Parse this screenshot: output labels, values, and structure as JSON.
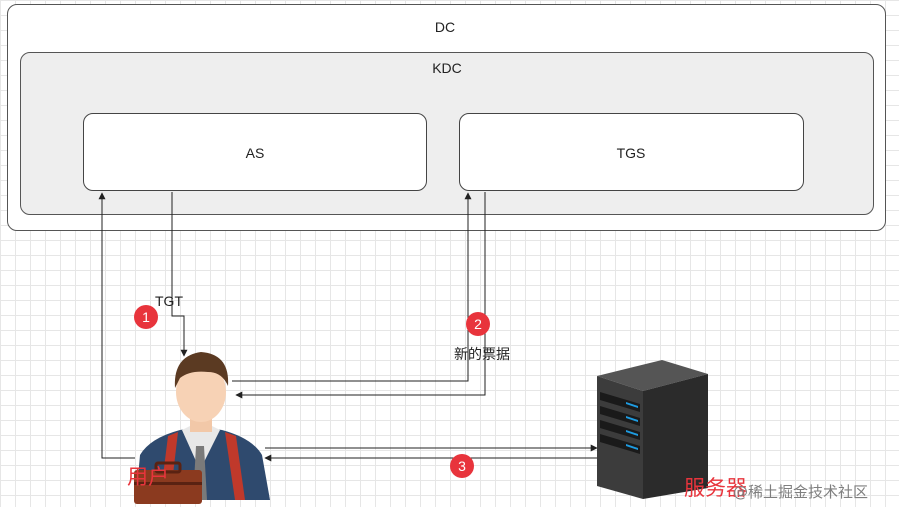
{
  "dc": {
    "label": "DC"
  },
  "kdc": {
    "label": "KDC"
  },
  "as": {
    "label": "AS"
  },
  "tgs": {
    "label": "TGS"
  },
  "edges": {
    "tgt_label": "TGT",
    "new_ticket_label": "新的票据"
  },
  "steps": [
    "1",
    "2",
    "3"
  ],
  "actors": {
    "user_label": "用户",
    "server_label": "服务器"
  },
  "watermark": "@稀土掘金技术社区",
  "colors": {
    "badge": "#e8343c",
    "user_label": "#e8343c",
    "server_label": "#e8343c"
  }
}
